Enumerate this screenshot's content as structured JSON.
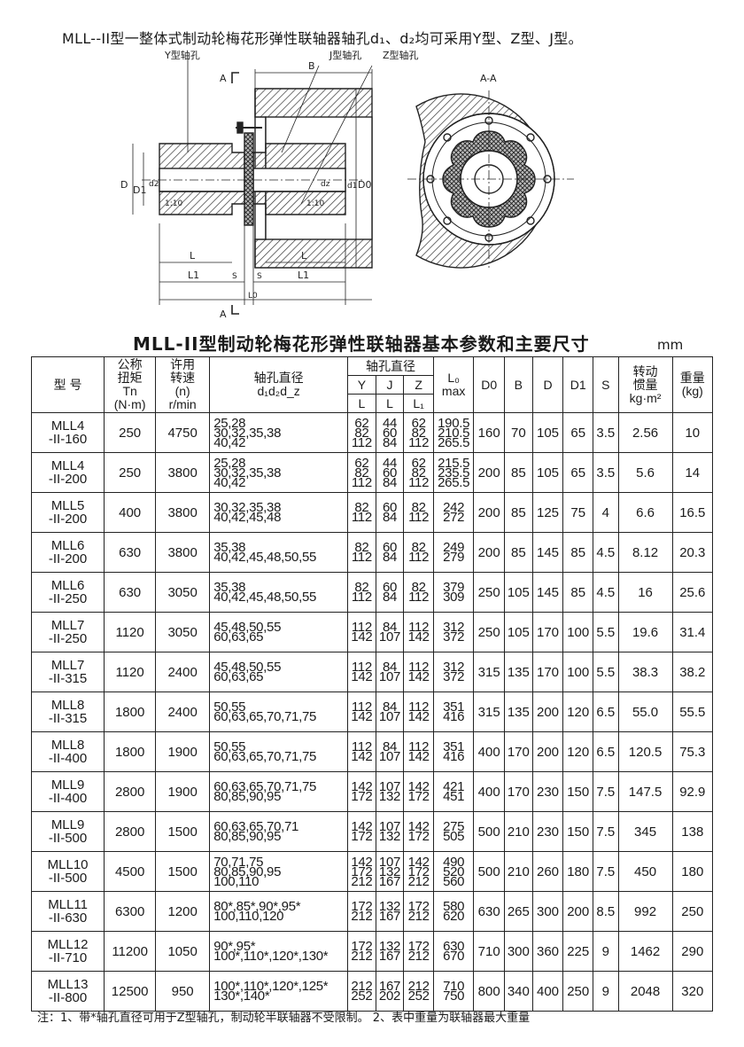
{
  "header_line": "MLL--II型一整体式制动轮梅花形弹性联轴器轴孔d₁、d₂均可采用Y型、Z型、J型。",
  "drawing": {
    "labels": {
      "y_bore": "Y型轴孔",
      "j_bore": "J型轴孔",
      "z_bore": "Z型轴孔",
      "a": "A",
      "b": "B",
      "d": "D",
      "d1": "D1",
      "d0": "D0",
      "d1_small": "d1",
      "d2_small": "d2",
      "dz": "dz",
      "taper": "1:10",
      "l": "L",
      "l1": "L1",
      "s": "S",
      "l0": "L0",
      "section": "A-A"
    }
  },
  "table_title": "MLL-II型制动轮梅花形弹性联轴器基本参数和主要尺寸",
  "unit": "mm",
  "headers": {
    "model": "型  号",
    "torque": "公称\n扭矩\nTn\n(N·m)",
    "speed": "许用\n转速\n(n)\nr/min",
    "bore_dia": "轴孔直径\nd₁d₂d_z",
    "bore_len": "轴孔直径",
    "y": "Y",
    "j": "J",
    "z": "Z",
    "l": "L",
    "l1": "L₁",
    "l0": "L₀\nmax",
    "d0": "D0",
    "b": "B",
    "d": "D",
    "dd1": "D1",
    "s": "S",
    "inertia": "转动\n惯量\nkg·m²",
    "weight": "重量\n(kg)"
  },
  "rows": [
    {
      "model": "MLL4\n-II-160",
      "tn": "250",
      "n": "4750",
      "bore": "25,28\n30,32,35,38\n40,42",
      "y": "62\n82\n112",
      "j": "44\n60\n84",
      "z": "62\n82\n112",
      "l0": "190.5\n210.5\n265.5",
      "d0": "160",
      "b": "70",
      "d": "105",
      "dd1": "65",
      "s": "3.5",
      "inertia": "2.56",
      "weight": "10"
    },
    {
      "model": "MLL4\n-II-200",
      "tn": "250",
      "n": "3800",
      "bore": "25,28\n30,32,35,38\n40,42",
      "y": "62\n82\n112",
      "j": "44\n60\n84",
      "z": "62\n82\n112",
      "l0": "215.5\n235.5\n265.5",
      "d0": "200",
      "b": "85",
      "d": "105",
      "dd1": "65",
      "s": "3.5",
      "inertia": "5.6",
      "weight": "14"
    },
    {
      "model": "MLL5\n-II-200",
      "tn": "400",
      "n": "3800",
      "bore": "30,32,35,38\n40,42,45,48",
      "y": "82\n112",
      "j": "60\n84",
      "z": "82\n112",
      "l0": "242\n272",
      "d0": "200",
      "b": "85",
      "d": "125",
      "dd1": "75",
      "s": "4",
      "inertia": "6.6",
      "weight": "16.5"
    },
    {
      "model": "MLL6\n-II-200",
      "tn": "630",
      "n": "3800",
      "bore": "35,38\n40,42,45,48,50,55",
      "y": "82\n112",
      "j": "60\n84",
      "z": "82\n112",
      "l0": "249\n279",
      "d0": "200",
      "b": "85",
      "d": "145",
      "dd1": "85",
      "s": "4.5",
      "inertia": "8.12",
      "weight": "20.3"
    },
    {
      "model": "MLL6\n-II-250",
      "tn": "630",
      "n": "3050",
      "bore": "35,38\n40,42,45,48,50,55",
      "y": "82\n112",
      "j": "60\n84",
      "z": "82\n112",
      "l0": "379\n309",
      "d0": "250",
      "b": "105",
      "d": "145",
      "dd1": "85",
      "s": "4.5",
      "inertia": "16",
      "weight": "25.6"
    },
    {
      "model": "MLL7\n-II-250",
      "tn": "1120",
      "n": "3050",
      "bore": "45,48,50,55\n60,63,65",
      "y": "112\n142",
      "j": "84\n107",
      "z": "112\n142",
      "l0": "312\n372",
      "d0": "250",
      "b": "105",
      "d": "170",
      "dd1": "100",
      "s": "5.5",
      "inertia": "19.6",
      "weight": "31.4"
    },
    {
      "model": "MLL7\n-II-315",
      "tn": "1120",
      "n": "2400",
      "bore": "45,48,50,55\n60,63,65",
      "y": "112\n142",
      "j": "84\n107",
      "z": "112\n142",
      "l0": "312\n372",
      "d0": "315",
      "b": "135",
      "d": "170",
      "dd1": "100",
      "s": "5.5",
      "inertia": "38.3",
      "weight": "38.2"
    },
    {
      "model": "MLL8\n-II-315",
      "tn": "1800",
      "n": "2400",
      "bore": "50,55\n60,63,65,70,71,75",
      "y": "112\n142",
      "j": "84\n107",
      "z": "112\n142",
      "l0": "351\n416",
      "d0": "315",
      "b": "135",
      "d": "200",
      "dd1": "120",
      "s": "6.5",
      "inertia": "55.0",
      "weight": "55.5"
    },
    {
      "model": "MLL8\n-II-400",
      "tn": "1800",
      "n": "1900",
      "bore": "50,55\n60,63,65,70,71,75",
      "y": "112\n142",
      "j": "84\n107",
      "z": "112\n142",
      "l0": "351\n416",
      "d0": "400",
      "b": "170",
      "d": "200",
      "dd1": "120",
      "s": "6.5",
      "inertia": "120.5",
      "weight": "75.3"
    },
    {
      "model": "MLL9\n-II-400",
      "tn": "2800",
      "n": "1900",
      "bore": "60,63,65,70,71,75\n80,85,90,95",
      "y": "142\n172",
      "j": "107\n132",
      "z": "142\n172",
      "l0": "421\n451",
      "d0": "400",
      "b": "170",
      "d": "230",
      "dd1": "150",
      "s": "7.5",
      "inertia": "147.5",
      "weight": "92.9"
    },
    {
      "model": "MLL9\n-II-500",
      "tn": "2800",
      "n": "1500",
      "bore": "60,63,65,70,71\n80,85,90,95",
      "y": "142\n172",
      "j": "107\n132",
      "z": "142\n172",
      "l0": "275\n505",
      "d0": "500",
      "b": "210",
      "d": "230",
      "dd1": "150",
      "s": "7.5",
      "inertia": "345",
      "weight": "138"
    },
    {
      "model": "MLL10\n-II-500",
      "tn": "4500",
      "n": "1500",
      "bore": "70,71,75\n80,85,90,95\n100,110",
      "y": "142\n172\n212",
      "j": "107\n132\n167",
      "z": "142\n172\n212",
      "l0": "490\n520\n560",
      "d0": "500",
      "b": "210",
      "d": "260",
      "dd1": "180",
      "s": "7.5",
      "inertia": "450",
      "weight": "180"
    },
    {
      "model": "MLL11\n-II-630",
      "tn": "6300",
      "n": "1200",
      "bore": "80*,85*,90*,95*\n100,110,120",
      "y": "172\n212",
      "j": "132\n167",
      "z": "172\n212",
      "l0": "580\n620",
      "d0": "630",
      "b": "265",
      "d": "300",
      "dd1": "200",
      "s": "8.5",
      "inertia": "992",
      "weight": "250"
    },
    {
      "model": "MLL12\n-II-710",
      "tn": "11200",
      "n": "1050",
      "bore": "90*,95*\n100*,110*,120*,130*",
      "y": "172\n212",
      "j": "132\n167",
      "z": "172\n212",
      "l0": "630\n670",
      "d0": "710",
      "b": "300",
      "d": "360",
      "dd1": "225",
      "s": "9",
      "inertia": "1462",
      "weight": "290"
    },
    {
      "model": "MLL13\n-II-800",
      "tn": "12500",
      "n": "950",
      "bore": "100*,110*,120*,125*\n130*,140*",
      "y": "212\n252",
      "j": "167\n202",
      "z": "212\n252",
      "l0": "710\n750",
      "d0": "800",
      "b": "340",
      "d": "400",
      "dd1": "250",
      "s": "9",
      "inertia": "2048",
      "weight": "320"
    }
  ],
  "footnote": "注：1、带*轴孔直径可用于Z型轴孔，制动轮半联轴器不受限制。 2、表中重量为联轴器最大重量"
}
